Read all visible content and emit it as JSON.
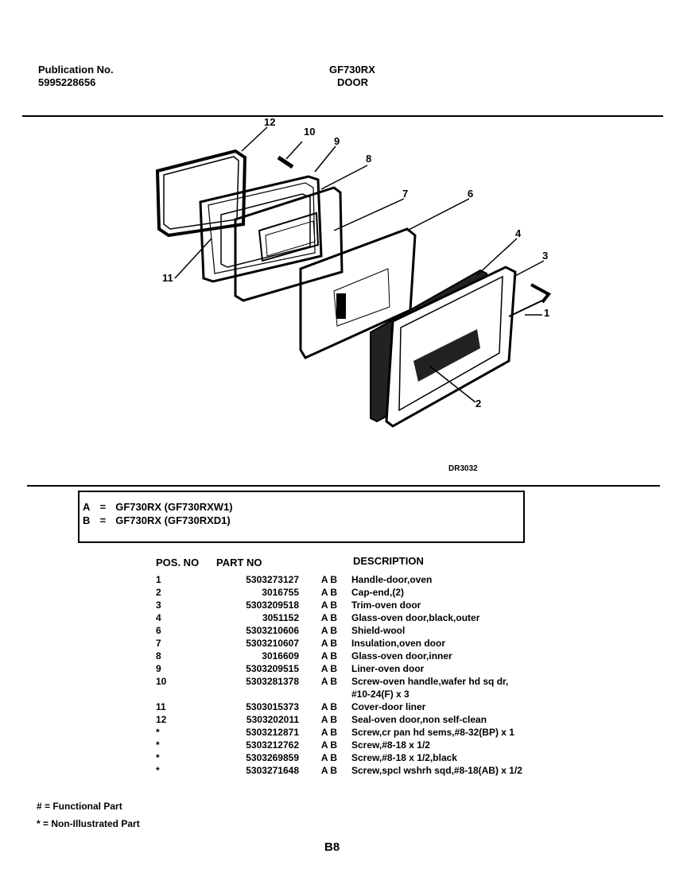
{
  "header": {
    "publication_label": "Publication No.",
    "publication_number": "5995228656",
    "model": "GF730RX",
    "section": "DOOR"
  },
  "diagram": {
    "callouts": [
      "12",
      "10",
      "9",
      "8",
      "7",
      "6",
      "4",
      "3",
      "1",
      "2",
      "11"
    ],
    "code": "DR3032"
  },
  "variants": [
    {
      "key": "A",
      "eq": "=",
      "model": "GF730RX (GF730RXW1)"
    },
    {
      "key": "B",
      "eq": "=",
      "model": "GF730RX (GF730RXD1)"
    }
  ],
  "table": {
    "headers": {
      "pos": "POS. NO",
      "part": "PART NO",
      "desc": "DESCRIPTION"
    },
    "rows": [
      {
        "pos": "1",
        "part": "5303273127",
        "ab": "A B",
        "desc": "Handle-door,oven"
      },
      {
        "pos": "2",
        "part": "3016755",
        "ab": "A B",
        "desc": "Cap-end,(2)"
      },
      {
        "pos": "3",
        "part": "5303209518",
        "ab": "A B",
        "desc": "Trim-oven door"
      },
      {
        "pos": "4",
        "part": "3051152",
        "ab": "A B",
        "desc": "Glass-oven door,black,outer"
      },
      {
        "pos": "6",
        "part": "5303210606",
        "ab": "A B",
        "desc": "Shield-wool"
      },
      {
        "pos": "7",
        "part": "5303210607",
        "ab": "A B",
        "desc": "Insulation,oven door"
      },
      {
        "pos": "8",
        "part": "3016609",
        "ab": "A B",
        "desc": "Glass-oven door,inner"
      },
      {
        "pos": "9",
        "part": "5303209515",
        "ab": "A B",
        "desc": "Liner-oven door"
      },
      {
        "pos": "10",
        "part": "5303281378",
        "ab": "A B",
        "desc": "Screw-oven handle,wafer hd sq dr,"
      },
      {
        "pos": "",
        "part": "",
        "ab": "",
        "desc": "#10-24(F) x 3"
      },
      {
        "pos": "11",
        "part": "5303015373",
        "ab": "A B",
        "desc": "Cover-door liner"
      },
      {
        "pos": "12",
        "part": "5303202011",
        "ab": "A B",
        "desc": "Seal-oven door,non self-clean"
      },
      {
        "pos": "*",
        "part": "5303212871",
        "ab": "A B",
        "desc": "Screw,cr pan hd sems,#8-32(BP) x 1"
      },
      {
        "pos": "*",
        "part": "5303212762",
        "ab": "A B",
        "desc": "Screw,#8-18 x 1/2"
      },
      {
        "pos": "*",
        "part": "5303269859",
        "ab": "A B",
        "desc": "Screw,#8-18 x 1/2,black"
      },
      {
        "pos": "*",
        "part": "5303271648",
        "ab": "A B",
        "desc": "Screw,spcl wshrh sqd,#8-18(AB) x 1/2"
      }
    ]
  },
  "legend": {
    "functional": "# = Functional Part",
    "non_illustrated": "* = Non-Illustrated Part"
  },
  "page_number": "B8"
}
